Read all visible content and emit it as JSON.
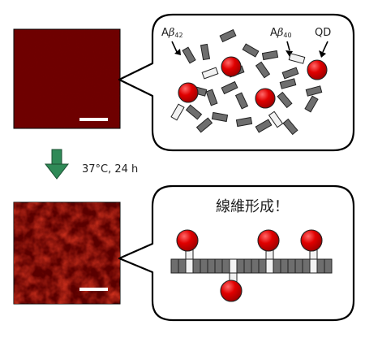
{
  "panels": {
    "before": {
      "name": "micrograph-before",
      "style": "uniform-dark-red",
      "has_scale_bar": true
    },
    "after": {
      "name": "micrograph-after",
      "style": "mottled-red-fibrils",
      "has_scale_bar": true
    }
  },
  "labels": {
    "abeta42": {
      "base": "A",
      "greek": "β",
      "sub": "42"
    },
    "abeta40": {
      "base": "A",
      "greek": "β",
      "sub": "40"
    },
    "qd": "QD",
    "condition": "37°C, 24 h",
    "result": "線維形成！"
  },
  "colors": {
    "dark_red": "#6e0000",
    "qd_red": "#e00000",
    "peptide_gray": "#6e6e6e",
    "peptide_light": "#f2f2f2",
    "arrow_green": "#2f8a57",
    "outline": "#000000"
  },
  "icons": {
    "process_arrow": "arrow-down-icon",
    "qd": "sphere-icon"
  }
}
